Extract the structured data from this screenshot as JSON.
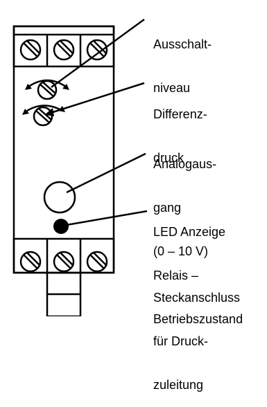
{
  "colors": {
    "stroke": "#000000",
    "fill": "#ffffff",
    "led": "#000000"
  },
  "labels": {
    "ausschalt": {
      "lines": [
        "Ausschalt-",
        "niveau"
      ]
    },
    "differenz": {
      "lines": [
        "Differenz-",
        "druck"
      ]
    },
    "analog": {
      "lines": [
        "Analogaus-",
        "gang",
        "(0 – 10 V)"
      ]
    },
    "led": {
      "lines": [
        "LED Anzeige",
        "Relais –",
        "Betriebszustand"
      ]
    },
    "stecker": {
      "lines": [
        "Steckanschluss",
        "für Druck-",
        "zuleitung"
      ]
    }
  }
}
